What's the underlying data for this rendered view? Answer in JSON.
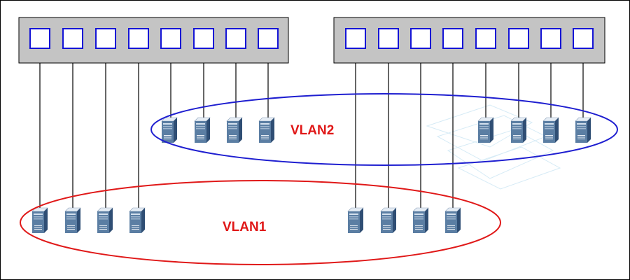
{
  "colors": {
    "switch_fill": "#c4c4c4",
    "port_border": "#1414d6",
    "cable": "#000000",
    "vlan1": "#e01818",
    "vlan2": "#1e1ed0",
    "server_front": "#5b7ea3",
    "server_side": "#2e4d72",
    "server_top": "#e8eef5",
    "watermark": "#cfe6f4"
  },
  "diagram": {
    "switch_1": {
      "port_count": 8
    },
    "switch_2": {
      "port_count": 8
    },
    "vlan1": {
      "label": "VLAN1",
      "color": "#e01818"
    },
    "vlan2": {
      "label": "VLAN2",
      "color": "#1e1ed0"
    }
  }
}
